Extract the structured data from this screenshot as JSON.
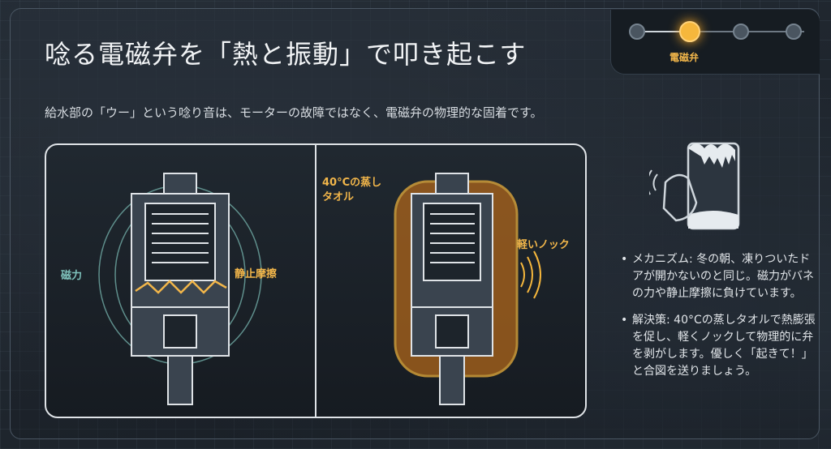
{
  "title": "唸る電磁弁を「熱と振動」で叩き起こす",
  "subtitle": "給水部の「ウー」という唸り音は、モーターの故障ではなく、電磁弁の物理的な固着です。",
  "progress": {
    "steps": 4,
    "current": 2,
    "label": "電磁弁",
    "accent": "#f6b73c"
  },
  "diagram": {
    "left": {
      "label_force": "磁力",
      "label_friction": "静止摩擦"
    },
    "right": {
      "label_towel": "40°Cの蒸しタオル",
      "label_knock": "軽いノック"
    }
  },
  "bullets": [
    "メカニズム: 冬の朝、凍りついたドアが開かないのと同じ。磁力がバネの力や静止摩擦に負けています。",
    "解決策: 40°Cの蒸しタオルで熱膨張を促し、軽くノックして物理的に弁を剥がします。優しく「起きて！」と合図を送りましょう。"
  ]
}
